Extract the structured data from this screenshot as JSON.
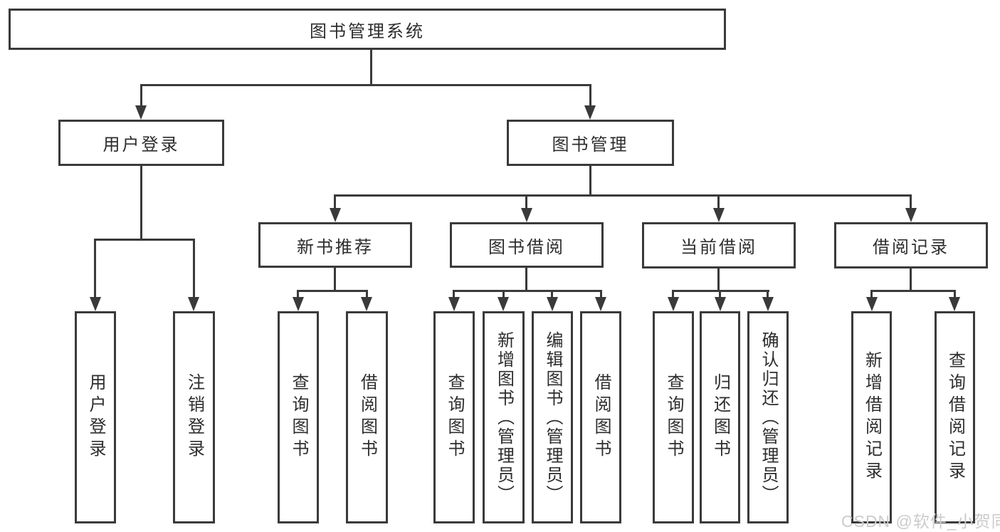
{
  "diagram": {
    "type": "tree",
    "root": {
      "label": "图书管理系统",
      "children": [
        {
          "label": "用户登录",
          "children": [
            {
              "label": "用户登录"
            },
            {
              "label": "注销登录"
            }
          ]
        },
        {
          "label": "图书管理",
          "children": [
            {
              "label": "新书推荐",
              "children": [
                {
                  "label": "查询图书"
                },
                {
                  "label": "借阅图书"
                }
              ]
            },
            {
              "label": "图书借阅",
              "children": [
                {
                  "label": "查询图书"
                },
                {
                  "label": "新增图书（管理员）"
                },
                {
                  "label": "编辑图书（管理员）"
                },
                {
                  "label": "借阅图书"
                }
              ]
            },
            {
              "label": "当前借阅",
              "children": [
                {
                  "label": "查询图书"
                },
                {
                  "label": "归还图书"
                },
                {
                  "label": "确认归还（管理员）"
                }
              ]
            },
            {
              "label": "借阅记录",
              "children": [
                {
                  "label": "新增借阅记录"
                },
                {
                  "label": "查询借阅记录"
                }
              ]
            }
          ]
        }
      ]
    },
    "watermark": "CSDN @软件_小贺同学",
    "colors": {
      "line": "#3a3a3a",
      "text": "#2d2d2d",
      "watermark": "#cbcbcb",
      "background": "#ffffff"
    }
  }
}
